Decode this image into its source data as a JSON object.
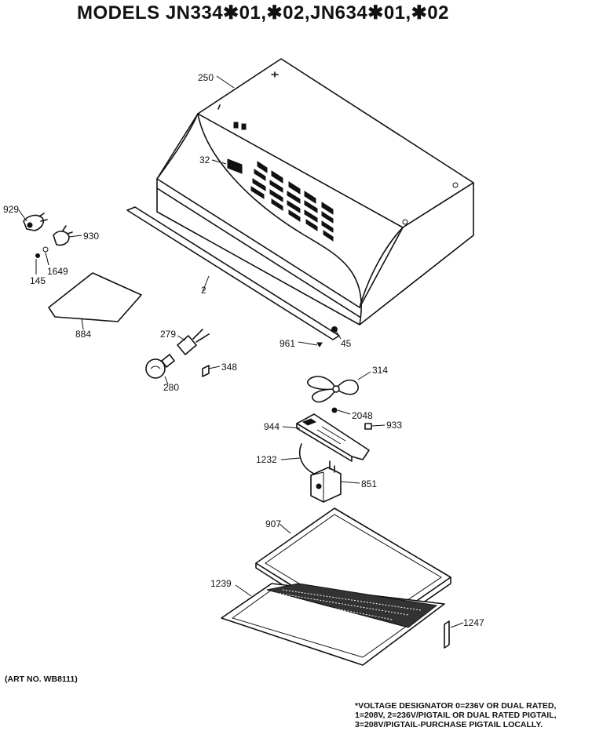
{
  "title": "MODELS JN334✱01,✱02,JN634✱01,✱02",
  "art_no": "(ART NO. WB8111)",
  "note_lines": [
    "*VOLTAGE DESIGNATOR 0=236V OR DUAL RATED,",
    "1=208V, 2=236V/PIGTAIL OR DUAL RATED PIGTAIL,",
    "3=208V/PIGTAIL-PURCHASE PIGTAIL LOCALLY."
  ],
  "part_labels": {
    "p250": "250",
    "p32": "32",
    "p929": "929",
    "p930": "930",
    "p145": "145",
    "p1649": "1649",
    "p2": "2",
    "p884": "884",
    "p279": "279",
    "p280": "280",
    "p348": "348",
    "p961": "961",
    "p45": "45",
    "p314": "314",
    "p2048": "2048",
    "p933": "933",
    "p944": "944",
    "p1232": "1232",
    "p851": "851",
    "p907": "907",
    "p1239": "1239",
    "p1247": "1247"
  }
}
